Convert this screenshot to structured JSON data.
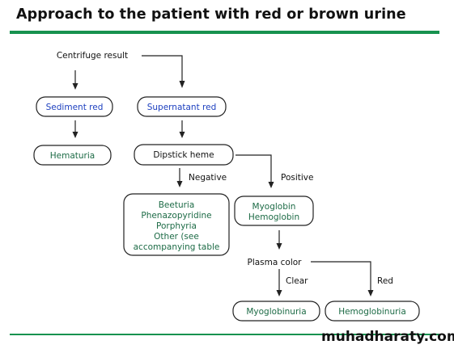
{
  "title": "Approach to the patient with red or brown urine",
  "watermark": "muhadharaty.com",
  "colors": {
    "accent_rule": "#17924f",
    "box_text_blue": "#1c3fbf",
    "box_text_green": "#1d6b46"
  },
  "flowchart": {
    "centrifuge": "Centrifuge result",
    "sediment_red": "Sediment red",
    "supernatant_red": "Supernatant red",
    "hematuria": "Hematuria",
    "dipstick_heme": "Dipstick heme",
    "negative": "Negative",
    "positive": "Positive",
    "negative_result": [
      "Beeturia",
      "Phenazopyridine",
      "Porphyria",
      "Other (see",
      "accompanying table"
    ],
    "positive_result": [
      "Myoglobin",
      "Hemoglobin"
    ],
    "plasma_color": "Plasma color",
    "clear": "Clear",
    "red": "Red",
    "myoglobinuria": "Myoglobinuria",
    "hemoglobinuria": "Hemoglobinuria"
  }
}
